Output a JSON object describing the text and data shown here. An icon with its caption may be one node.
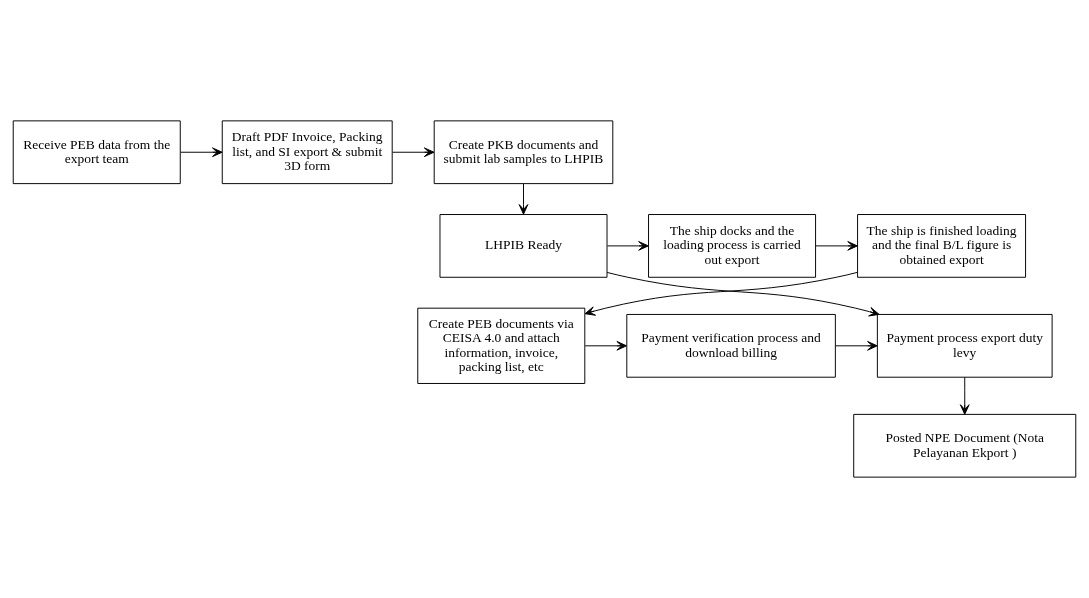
{
  "diagram": {
    "nodes": [
      {
        "text": [
          "Receive PEB data from the export team"
        ]
      },
      {
        "text": [
          "Draft PDF Invoice, Packing list, and SI export & submit 3D form"
        ]
      },
      {
        "text": [
          "Create PKB documents and submit lab samples to LHPIB"
        ]
      },
      {
        "text": [
          "LHPIB Ready"
        ]
      },
      {
        "text": [
          "The ship docks and the loading process is carried out export"
        ]
      },
      {
        "text": [
          "The ship is finished loading and the final B/L figure is obtained export"
        ]
      },
      {
        "text": [
          "Create PEB documents via CEISA 4.0 and attach information, invoice, packing list, etc"
        ]
      },
      {
        "text": [
          "Payment verification process and download billing"
        ]
      },
      {
        "text": [
          "Payment process export duty levy"
        ]
      },
      {
        "text": [
          "Posted NPE Document (Nota Pelayanan Ekport )"
        ]
      }
    ],
    "edges": [
      {
        "from": 0,
        "to": 1,
        "arrow": "to"
      },
      {
        "from": 1,
        "to": 2,
        "arrow": "to"
      },
      {
        "from": 2,
        "to": 3,
        "arrow": "to"
      },
      {
        "from": 3,
        "to": 4,
        "arrow": "to"
      },
      {
        "from": 4,
        "to": 5,
        "arrow": "to"
      },
      {
        "from": 5,
        "to": 6,
        "arrow": "to"
      },
      {
        "from": 6,
        "to": 7,
        "arrow": "to"
      },
      {
        "from": 7,
        "to": 8,
        "arrow": "to"
      },
      {
        "from": 3,
        "to": 8,
        "arrow": "to"
      },
      {
        "from": 8,
        "to": 9,
        "arrow": "to"
      }
    ]
  }
}
